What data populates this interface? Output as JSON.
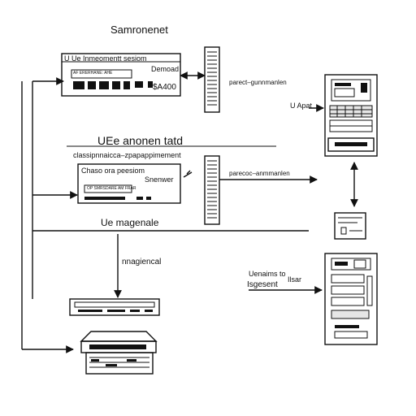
{
  "title": "Samronenet",
  "top_box": {
    "header": "U Ue Inmeomentt sesiom",
    "right_label": "Demoad",
    "small_text": "AF ERERHANE: AHE",
    "value": "$A400"
  },
  "right_label_1": "parect–gunnmanlen",
  "right_label_2": "U Apat",
  "section2": {
    "heading": "UEe anonen tatd",
    "subheading": "classipnnaicca–zpapappimement",
    "box_title": "Chaso ora peesiom",
    "box_right": "Snenwer",
    "small_text": "OP SMRSDARE AM FRAR"
  },
  "right_label_3": "parecoc–anmmanlen",
  "section3": {
    "heading": "Ue magenale",
    "sublabel": "nnagiencal"
  },
  "bottom_right": {
    "line1": "Uenaims to",
    "line2": "Isgesent",
    "line2_right": "Ilsar"
  }
}
